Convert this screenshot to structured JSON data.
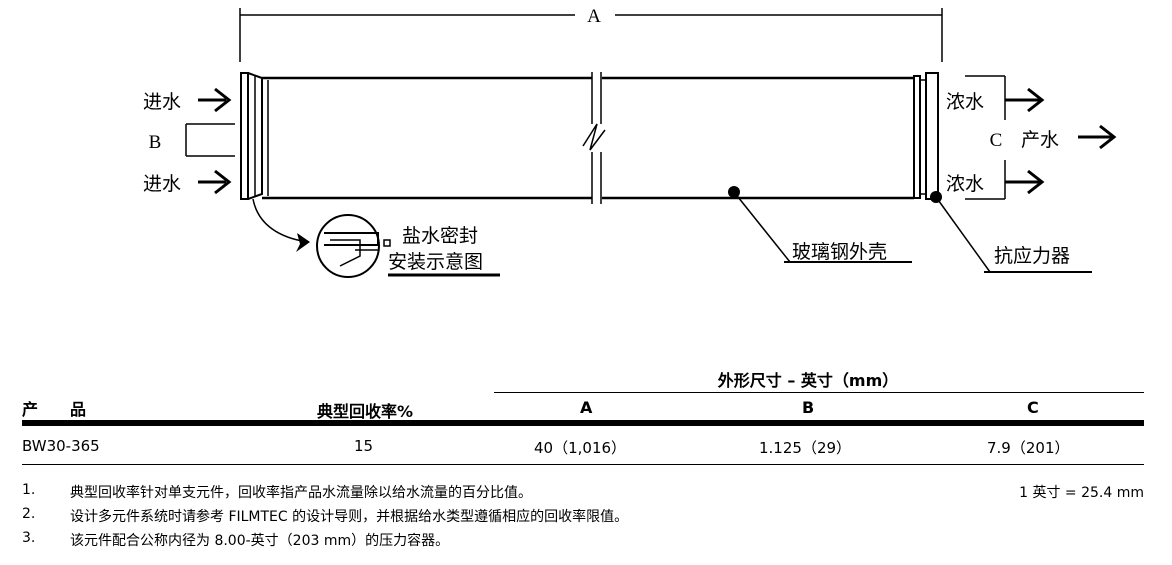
{
  "diagram": {
    "dim_a": "A",
    "dim_b": "B",
    "dim_c": "C",
    "feed_top": "进水",
    "feed_bottom": "进水",
    "concentrate_top": "浓水",
    "concentrate_bottom": "浓水",
    "permeate": "产水",
    "seal_line1": "盐水密封",
    "seal_line2": "安装示意图",
    "shell_label": "玻璃钢外壳",
    "atd_label": "抗应力器"
  },
  "table": {
    "group_header": "外形尺寸 – 英寸（mm）",
    "headers": {
      "product": "产　　品",
      "recovery": "典型回收率%",
      "a": "A",
      "b": "B",
      "c": "C"
    },
    "rows": [
      {
        "product": "BW30-365",
        "recovery": "15",
        "a": "40（1,016）",
        "b": "1.125（29）",
        "c": "7.9（201）"
      }
    ]
  },
  "notes": {
    "items": [
      {
        "num": "1.",
        "text": "典型回收率针对单支元件，回收率指产品水流量除以给水流量的百分比值。"
      },
      {
        "num": "2.",
        "text": "设计多元件系统时请参考 FILMTEC 的设计导则，并根据给水类型遵循相应的回收率限值。"
      },
      {
        "num": "3.",
        "text": "该元件配合公称内径为 8.00-英寸（203 mm）的压力容器。"
      }
    ],
    "conversion": "1 英寸 = 25.4 mm"
  }
}
